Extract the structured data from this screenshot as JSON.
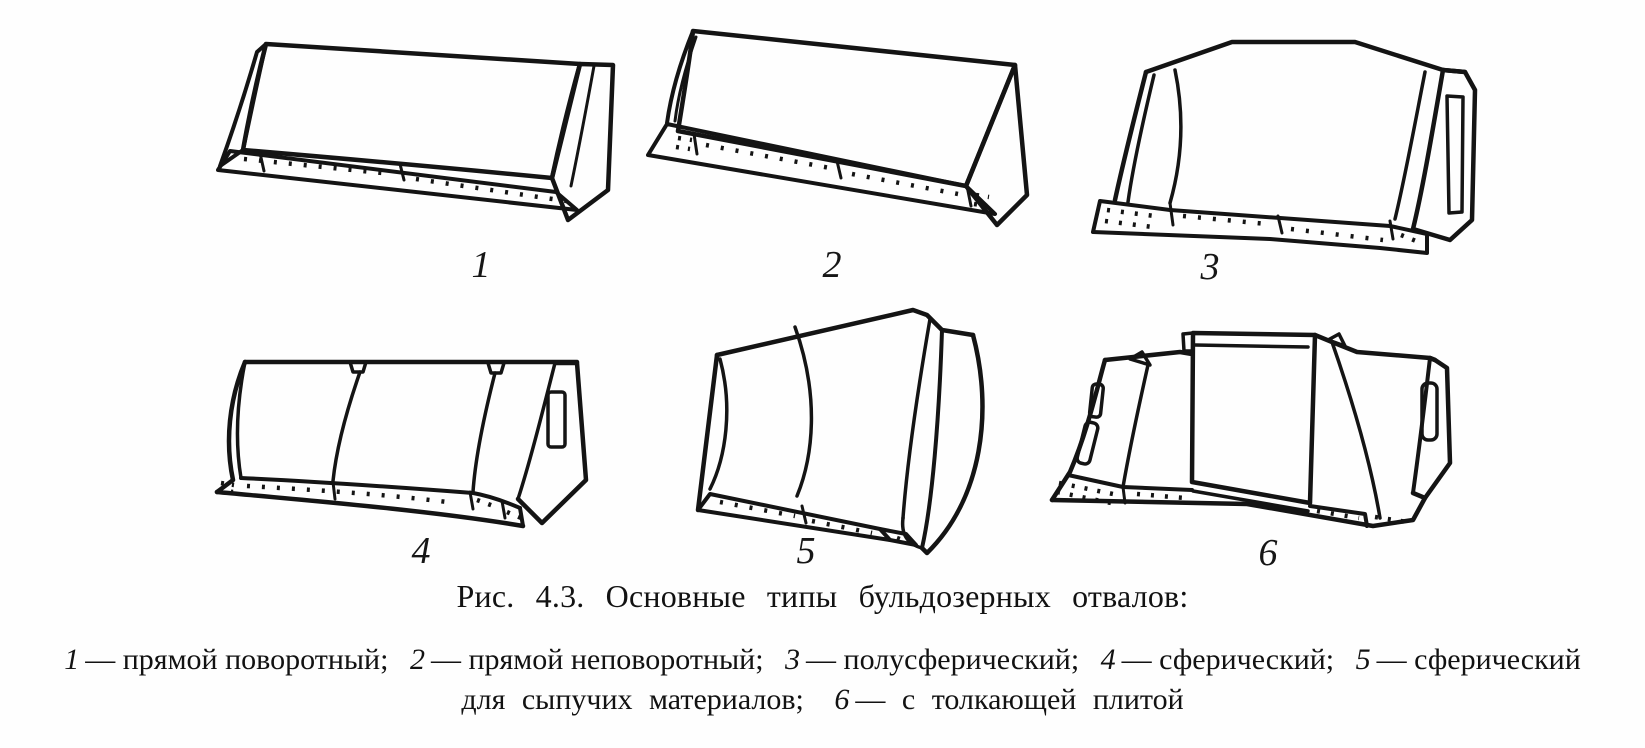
{
  "figure": {
    "caption": "Рис. 4.3. Основные типы бульдозерных отвалов:",
    "labels": [
      "1",
      "2",
      "3",
      "4",
      "5",
      "6"
    ],
    "blade_types": [
      "прямой поворотный",
      "прямой неповоротный",
      "полусферический",
      "сферический",
      "сферический для сыпучих материалов",
      "с толкающей плитой"
    ]
  },
  "legend": {
    "line1": [
      {
        "num": "1",
        "desc": "— прямой поворотный;"
      },
      {
        "num": "2",
        "desc": "— прямой неповоротный;"
      },
      {
        "num": "3",
        "desc": "— полусферический;"
      },
      {
        "num": "4",
        "desc": "— сферический;"
      },
      {
        "num": "5",
        "desc": "— сферический"
      }
    ],
    "line2": {
      "prefix": "для сыпучих материалов;",
      "item": {
        "num": "6",
        "desc": "— с толкающей плитой"
      }
    }
  },
  "style": {
    "ink_color": "#141414",
    "paper_color": "#fefefe"
  }
}
